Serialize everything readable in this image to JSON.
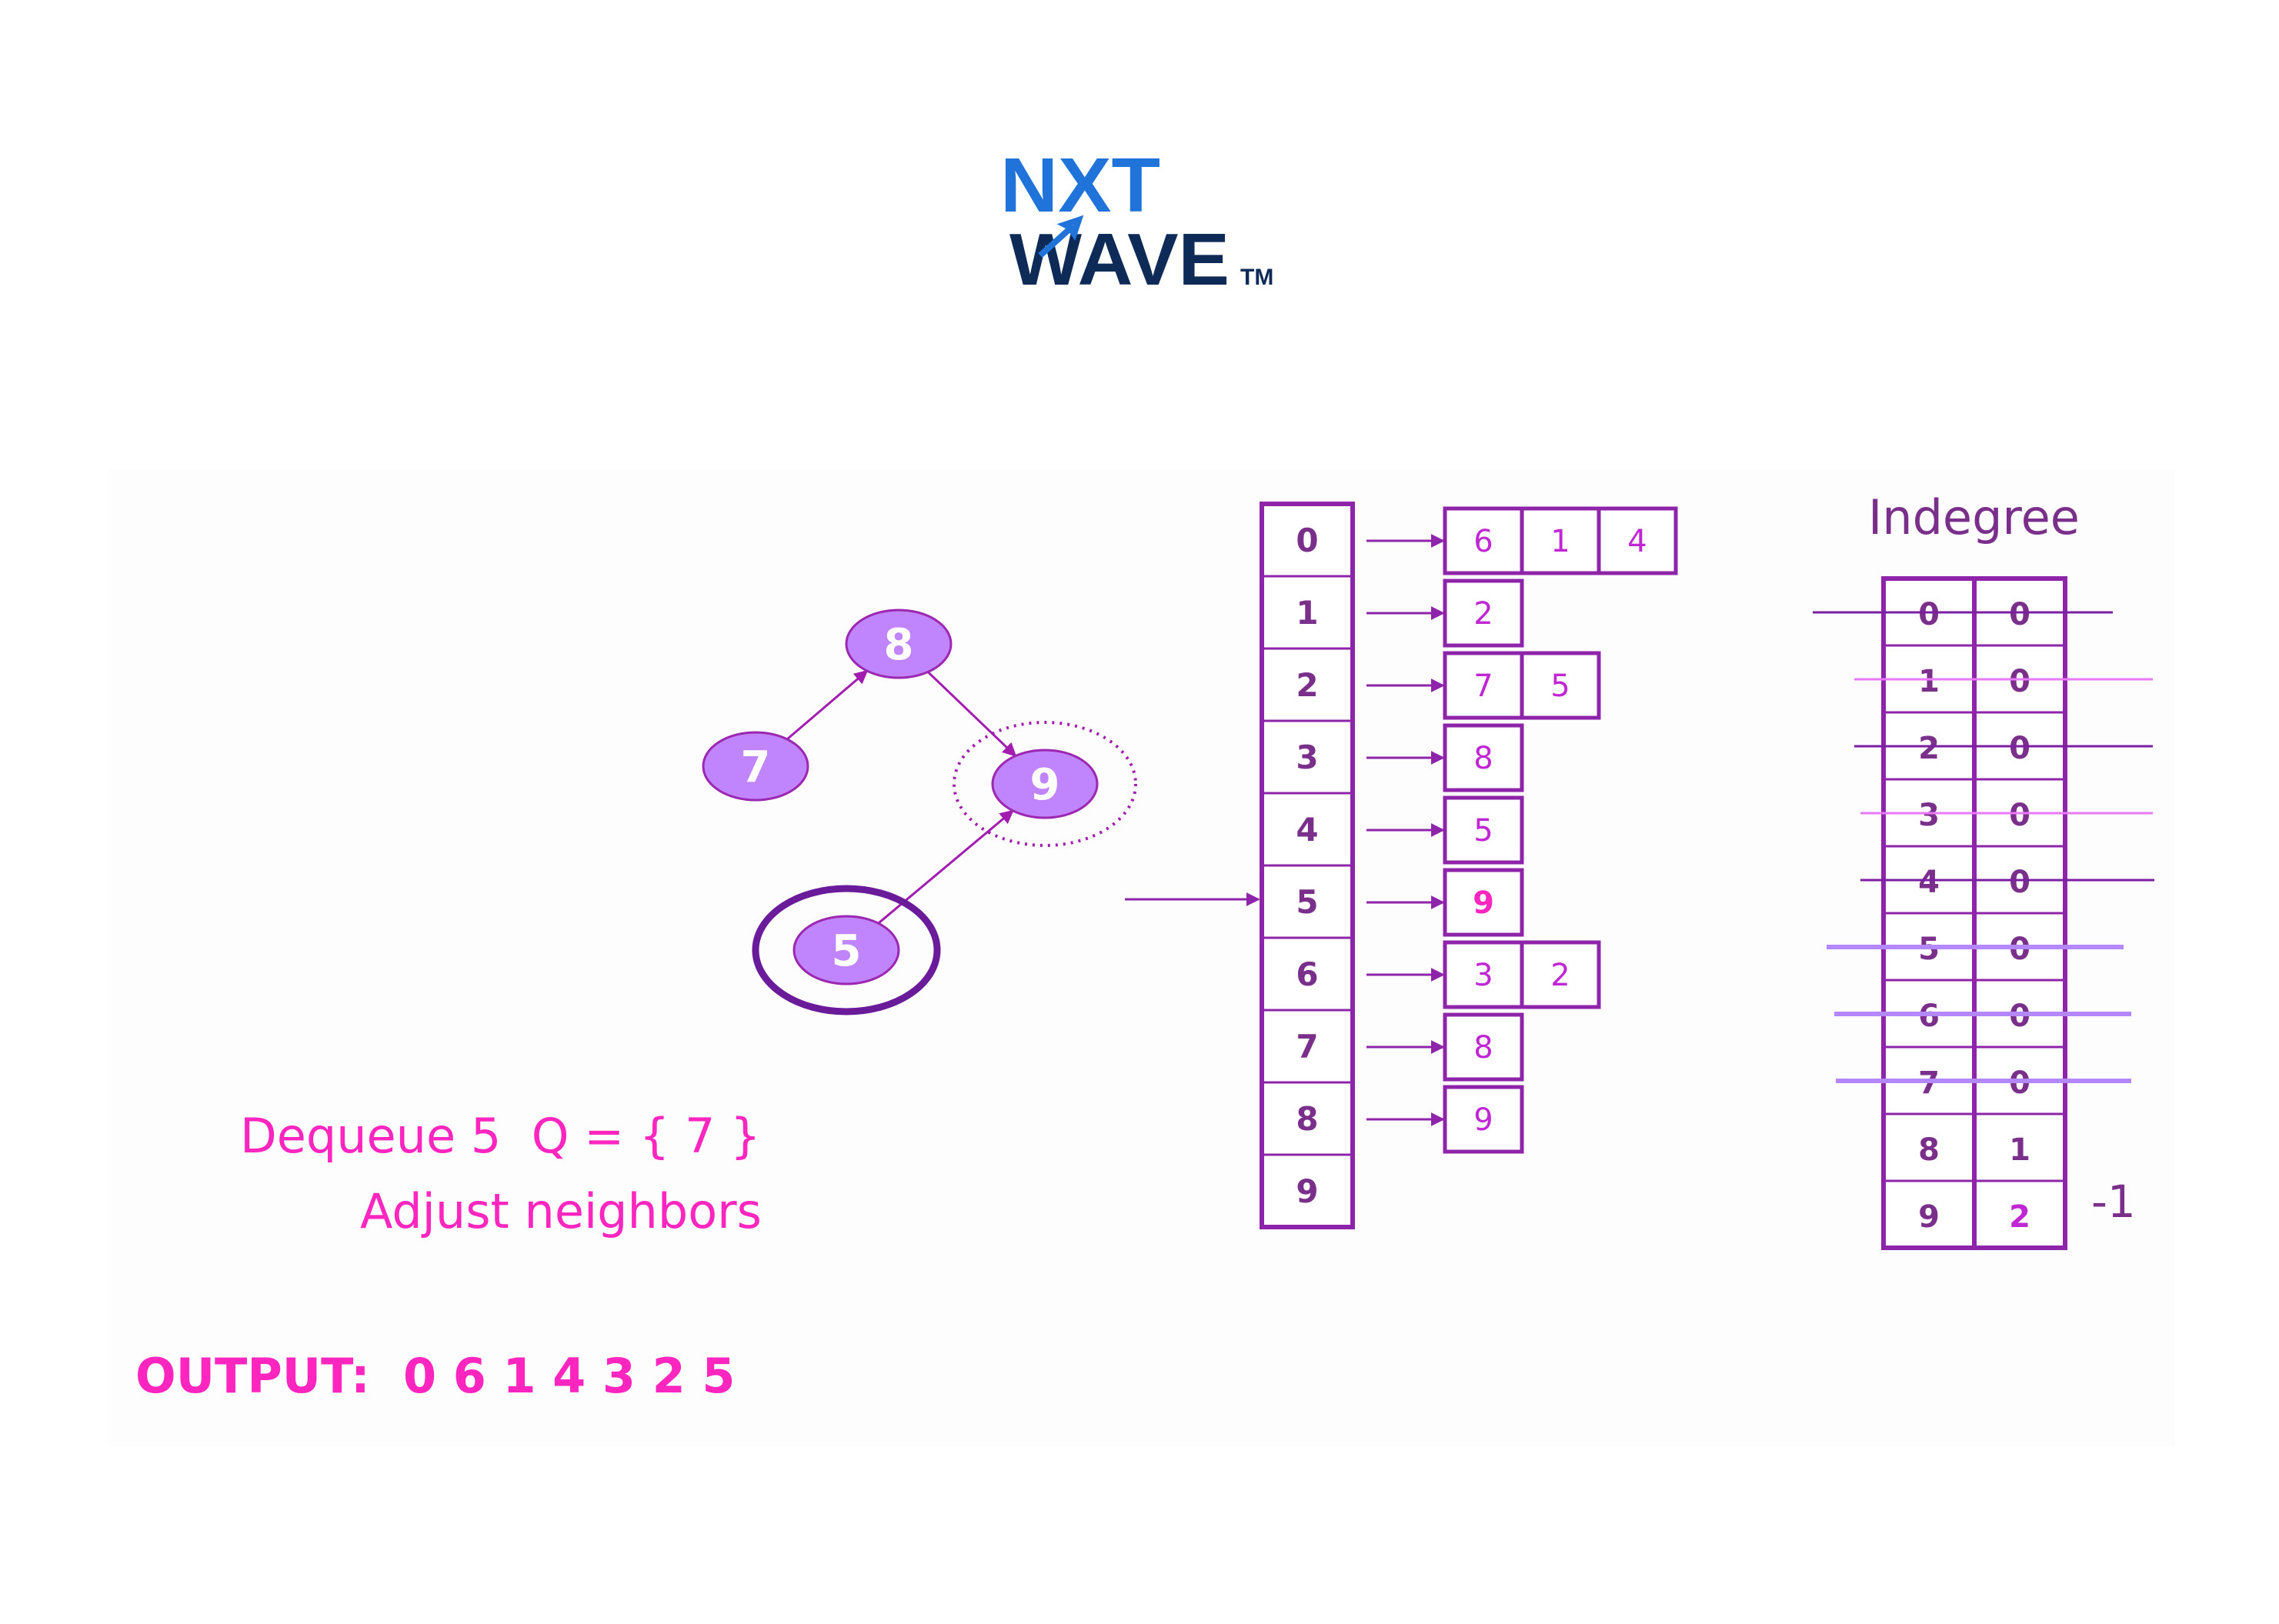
{
  "logo": {
    "line1": "NXT",
    "line2": "WAVE",
    "tm": "TM",
    "color_dark": "#0e2a57",
    "color_blue": "#1f73d9"
  },
  "graph": {
    "nodes": [
      {
        "id": "8",
        "label": "8",
        "dequeued": false,
        "target": false
      },
      {
        "id": "7",
        "label": "7",
        "dequeued": false,
        "target": false
      },
      {
        "id": "9",
        "label": "9",
        "dequeued": false,
        "target": true
      },
      {
        "id": "5",
        "label": "5",
        "dequeued": true,
        "target": false
      }
    ],
    "edges": [
      {
        "from": "7",
        "to": "8"
      },
      {
        "from": "8",
        "to": "9"
      },
      {
        "from": "5",
        "to": "9"
      }
    ],
    "node_fill": "#c084fc",
    "edge_color": "#a21caf"
  },
  "adjacency": {
    "indices": [
      "0",
      "1",
      "2",
      "3",
      "4",
      "5",
      "6",
      "7",
      "8",
      "9"
    ],
    "pointer_row": 5,
    "lists": [
      [
        "6",
        "1",
        "4"
      ],
      [
        "2"
      ],
      [
        "7",
        "5"
      ],
      [
        "8"
      ],
      [
        "5"
      ],
      [
        "9"
      ],
      [
        "3",
        "2"
      ],
      [
        "8"
      ],
      [
        "9"
      ],
      []
    ],
    "highlight": [
      {
        "row": 5,
        "col": 0
      }
    ]
  },
  "indegree": {
    "title": "Indegree",
    "rows": [
      {
        "vertex": "0",
        "value": "0",
        "struck": true
      },
      {
        "vertex": "1",
        "value": "0",
        "struck": true
      },
      {
        "vertex": "2",
        "value": "0",
        "struck": true
      },
      {
        "vertex": "3",
        "value": "0",
        "struck": true
      },
      {
        "vertex": "4",
        "value": "0",
        "struck": true
      },
      {
        "vertex": "5",
        "value": "0",
        "struck": true
      },
      {
        "vertex": "6",
        "value": "0",
        "struck": true
      },
      {
        "vertex": "7",
        "value": "0",
        "struck": true
      },
      {
        "vertex": "8",
        "value": "1",
        "struck": false
      },
      {
        "vertex": "9",
        "value": "2",
        "struck": false,
        "changed": true
      }
    ],
    "delta_label": "-1"
  },
  "captions": {
    "line1": "Dequeue 5  Q = { 7 }",
    "line2": "Adjust neighbors",
    "output": "OUTPUT:  0 6 1 4 3 2 5"
  },
  "colors": {
    "table_border": "#8e24aa",
    "text_purple": "#7a2f8a",
    "light_text": "#c026d3",
    "pink": "#ff26c0",
    "strike_dark": "#7b1fa2",
    "strike_pink": "#e879f9",
    "strike_lavender": "#b388ff"
  }
}
